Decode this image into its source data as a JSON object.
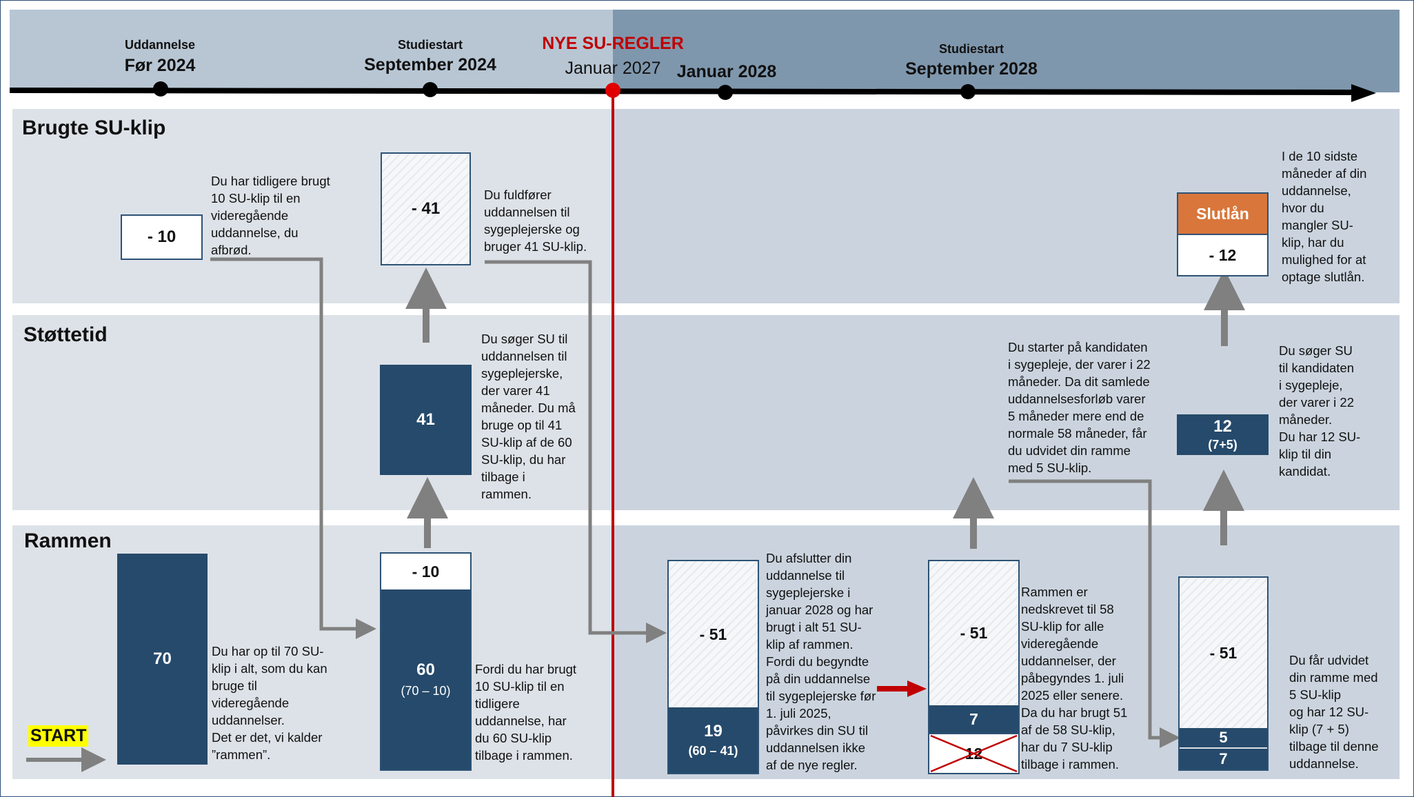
{
  "timeline": {
    "markers": [
      {
        "small": "Uddannelse",
        "big": "Før 2024"
      },
      {
        "small": "Studiestart",
        "big": "September 2024"
      },
      {
        "small": "NYE SU-REGLER",
        "big": "Januar 2027"
      },
      {
        "small": "",
        "big": "Januar 2028"
      },
      {
        "small": "Studiestart",
        "big": "September 2028"
      }
    ]
  },
  "lanes": {
    "brugte": "Brugte SU-klip",
    "stottetid": "Støttetid",
    "rammen": "Rammen"
  },
  "start_label": "START",
  "boxes": {
    "brugte_minus10": "- 10",
    "brugte_minus41": "- 41",
    "slutlan": "Slutlån",
    "brugte_minus12": "- 12",
    "stotte_41": "41",
    "stotte_12": "12",
    "stotte_12_sub": "(7+5)",
    "rammen_70": "70",
    "rammen_minus10": "- 10",
    "rammen_60": "60",
    "rammen_60_sub": "(70 – 10)",
    "rammen_minus51_a": "- 51",
    "rammen_19": "19",
    "rammen_19_sub": "(60 – 41)",
    "rammen_minus51_b": "- 51",
    "rammen_7_b": "7",
    "rammen_12_crossed": "12",
    "rammen_minus51_c": "- 51",
    "rammen_5_c": "5",
    "rammen_7_c": "7"
  },
  "notes": {
    "n_brugt10": "Du har tidligere brugt\n10 SU-klip til en\nvideregående\nuddannelse, du\nafbrød.",
    "n_fuldforer": "Du fuldfører\nuddannelsen til\nsygeplejerske og\nbruger 41 SU-klip.",
    "n_sidste10": "I de 10 sidste\nmåneder af din\nuddannelse,\nhvor du\nmangler SU-\nklip, har du\nmulighed for at\noptage slutlån.",
    "n_soger41": "Du søger SU til\nuddannelsen til\nsygeplejerske,\nder varer 41\nmåneder. Du må\nbruge op til 41\nSU-klip af de 60\nSU-klip, du har\ntilbage i\nrammen.",
    "n_kandidat": "Du starter på kandidaten\ni sygepleje, der varer i 22\nmåneder. Da dit samlede\nuddannelsesforløb varer\n5 måneder mere end de\nnormale 58 måneder, får\ndu udvidet din ramme\nmed 5 SU-klip.",
    "n_soger_kand": "Du søger SU\ntil kandidaten\ni sygepleje,\nder varer i 22\nmåneder.\nDu har 12 SU-\nklip til din\nkandidat.",
    "n_70": "Du har op til 70 SU-\nklip i alt, som du kan\nbruge til\nvideregående\nuddannelser.\nDet er det, vi kalder\n”rammen”.",
    "n_fordi": "Fordi du har brugt\n10 SU-klip til en\ntidligere\nuddannelse, har\ndu 60 SU-klip\ntilbage i rammen.",
    "n_afslutter": "Du afslutter din\nuddannelse til\nsygeplejerske i\njanuar 2028 og har\nbrugt i alt 51 SU-\nklip af rammen.\nFordi du begyndte\npå din uddannelse\ntil sygeplejerske før\n1. juli 2025,\npåvirkes din SU til\nuddannelsen ikke\naf de nye regler.",
    "n_nedskrevet": "Rammen er\nnedskrevet til 58\nSU-klip for alle\nvideregående\nuddannelser, der\npåbegyndes 1. juli\n2025 eller senere.\nDa du har brugt 51\naf de 58 SU-klip,\nhar du 7 SU-klip\ntilbage i rammen.",
    "n_udvidet": "Du får udvidet\ndin ramme med\n5 SU-klip\nog har 12 SU-\nklip (7 + 5)\ntilbage til denne\nuddannelse."
  },
  "colors": {
    "navy": "#264a6b",
    "orange": "#d8763b",
    "red": "#c00000",
    "arrow_gray": "#808080",
    "start_yellow": "#ffff00"
  }
}
